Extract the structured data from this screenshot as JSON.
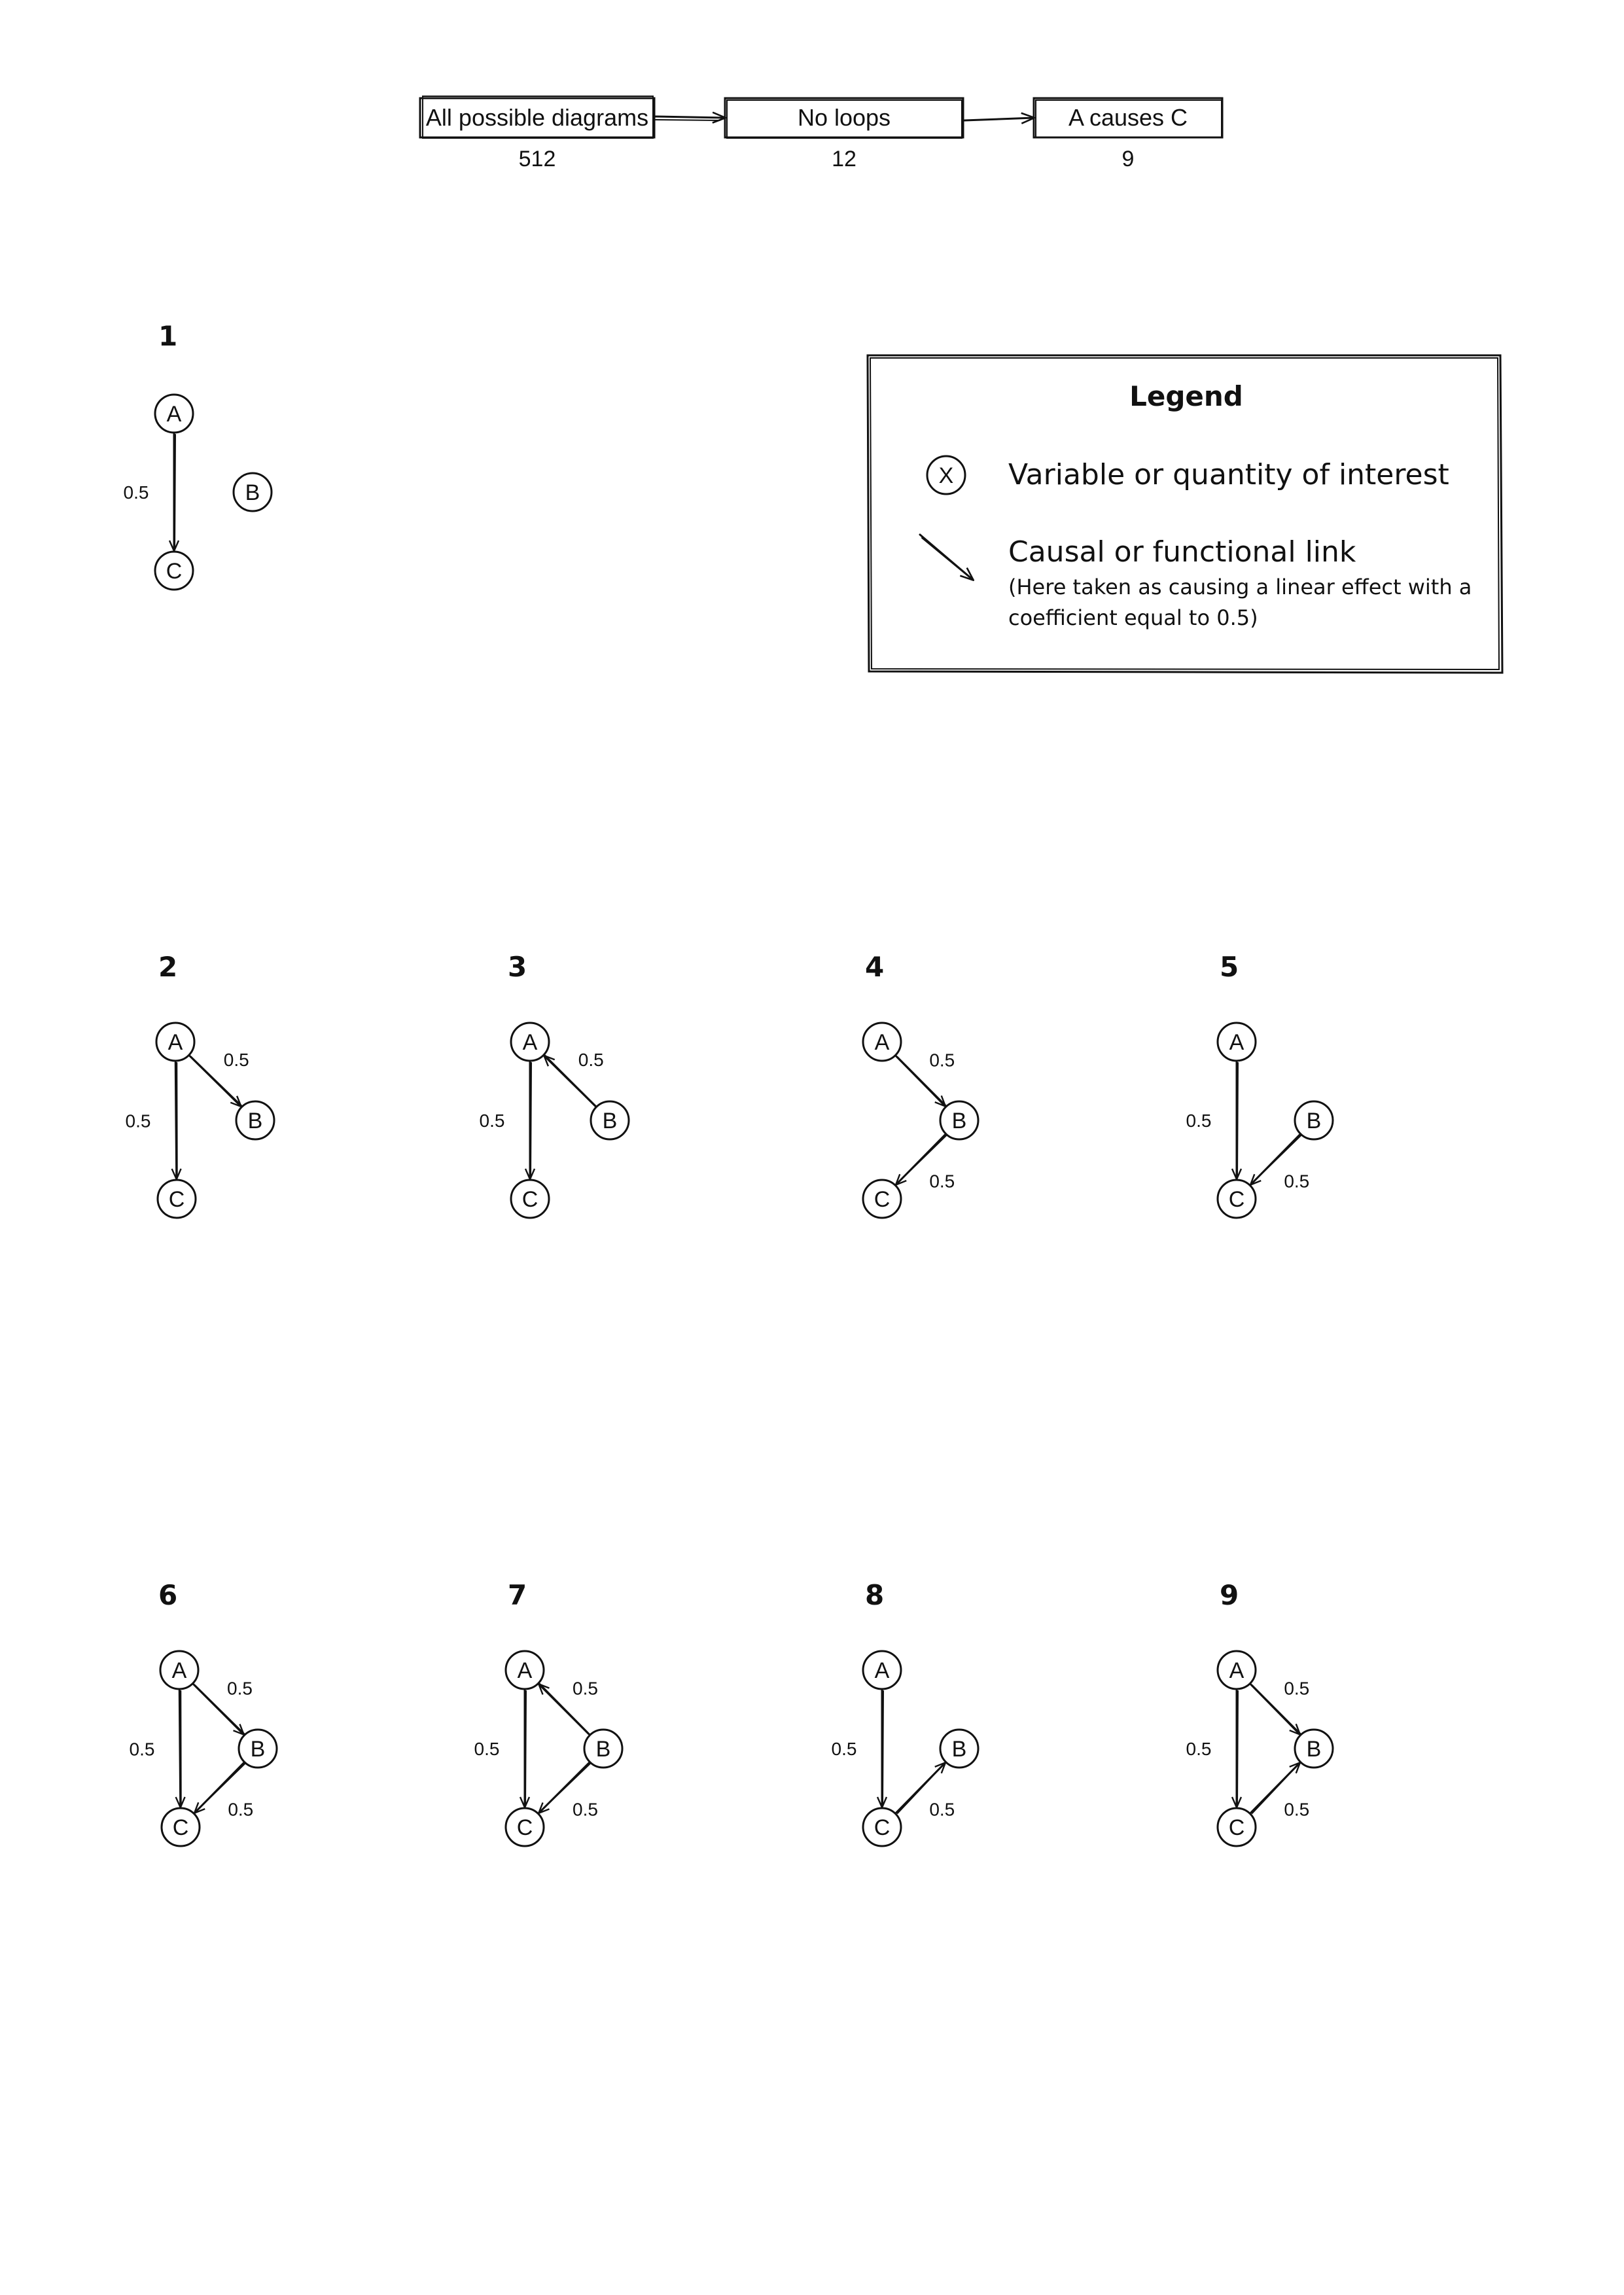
{
  "flow": {
    "steps": [
      {
        "label": "All possible diagrams",
        "count": "512"
      },
      {
        "label": "No loops",
        "count": "12"
      },
      {
        "label": "A causes C",
        "count": "9"
      }
    ]
  },
  "legend": {
    "title": "Legend",
    "node_symbol": "X",
    "node_desc": "Variable or quantity of interest",
    "link_desc": "Causal or functional link",
    "link_note_line1": "(Here taken as causing a linear effect with a",
    "link_note_line2": "coefficient equal to 0.5)"
  },
  "diagrams": [
    {
      "id": "1",
      "edges": [
        {
          "from": "A",
          "to": "C",
          "label": "0.5"
        }
      ]
    },
    {
      "id": "2",
      "edges": [
        {
          "from": "A",
          "to": "C",
          "label": "0.5"
        },
        {
          "from": "A",
          "to": "B",
          "label": "0.5"
        }
      ]
    },
    {
      "id": "3",
      "edges": [
        {
          "from": "A",
          "to": "C",
          "label": "0.5"
        },
        {
          "from": "B",
          "to": "A",
          "label": "0.5"
        }
      ]
    },
    {
      "id": "4",
      "edges": [
        {
          "from": "A",
          "to": "B",
          "label": "0.5"
        },
        {
          "from": "B",
          "to": "C",
          "label": "0.5"
        }
      ]
    },
    {
      "id": "5",
      "edges": [
        {
          "from": "A",
          "to": "C",
          "label": "0.5"
        },
        {
          "from": "B",
          "to": "C",
          "label": "0.5"
        }
      ]
    },
    {
      "id": "6",
      "edges": [
        {
          "from": "A",
          "to": "C",
          "label": "0.5"
        },
        {
          "from": "A",
          "to": "B",
          "label": "0.5"
        },
        {
          "from": "B",
          "to": "C",
          "label": "0.5"
        }
      ]
    },
    {
      "id": "7",
      "edges": [
        {
          "from": "A",
          "to": "C",
          "label": "0.5"
        },
        {
          "from": "B",
          "to": "A",
          "label": "0.5"
        },
        {
          "from": "B",
          "to": "C",
          "label": "0.5"
        }
      ]
    },
    {
      "id": "8",
      "edges": [
        {
          "from": "A",
          "to": "C",
          "label": "0.5"
        },
        {
          "from": "C",
          "to": "B",
          "label": "0.5"
        }
      ]
    },
    {
      "id": "9",
      "edges": [
        {
          "from": "A",
          "to": "C",
          "label": "0.5"
        },
        {
          "from": "A",
          "to": "B",
          "label": "0.5"
        },
        {
          "from": "C",
          "to": "B",
          "label": "0.5"
        }
      ]
    }
  ],
  "node_labels": {
    "A": "A",
    "B": "B",
    "C": "C"
  }
}
